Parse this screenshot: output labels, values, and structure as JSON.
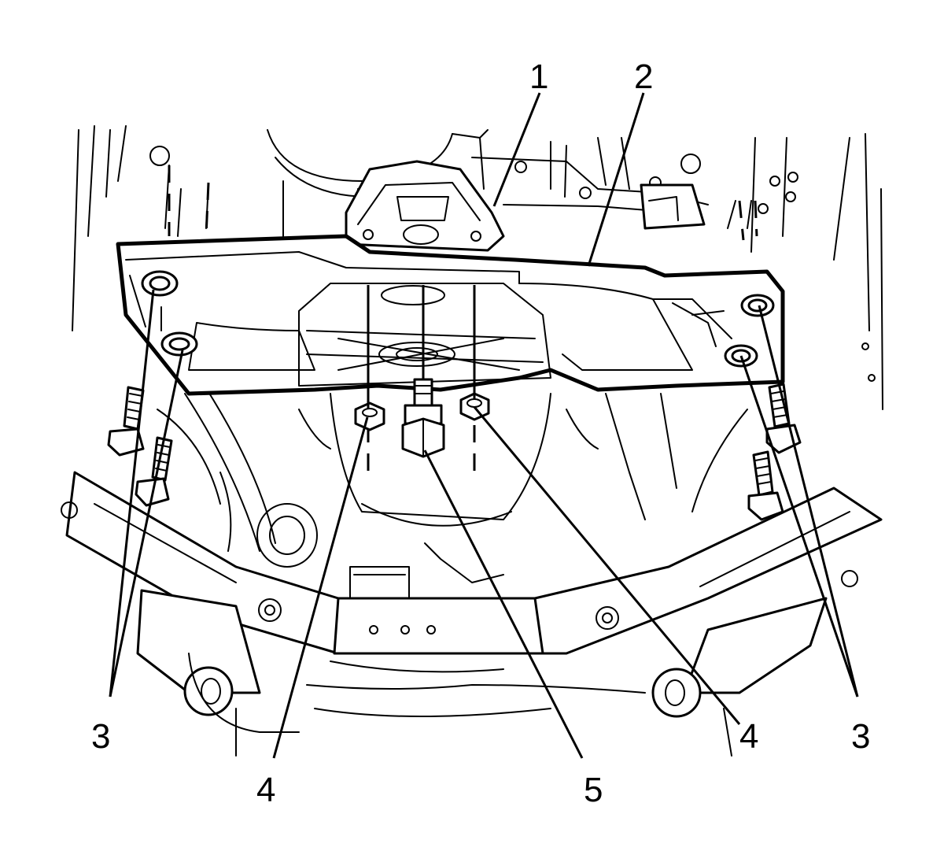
{
  "callouts": [
    {
      "id": "1",
      "label": "1"
    },
    {
      "id": "2",
      "label": "2"
    },
    {
      "id": "3-left",
      "label": "3"
    },
    {
      "id": "3-right",
      "label": "3"
    },
    {
      "id": "4-left",
      "label": "4"
    },
    {
      "id": "4-right",
      "label": "4"
    },
    {
      "id": "5",
      "label": "5"
    }
  ]
}
